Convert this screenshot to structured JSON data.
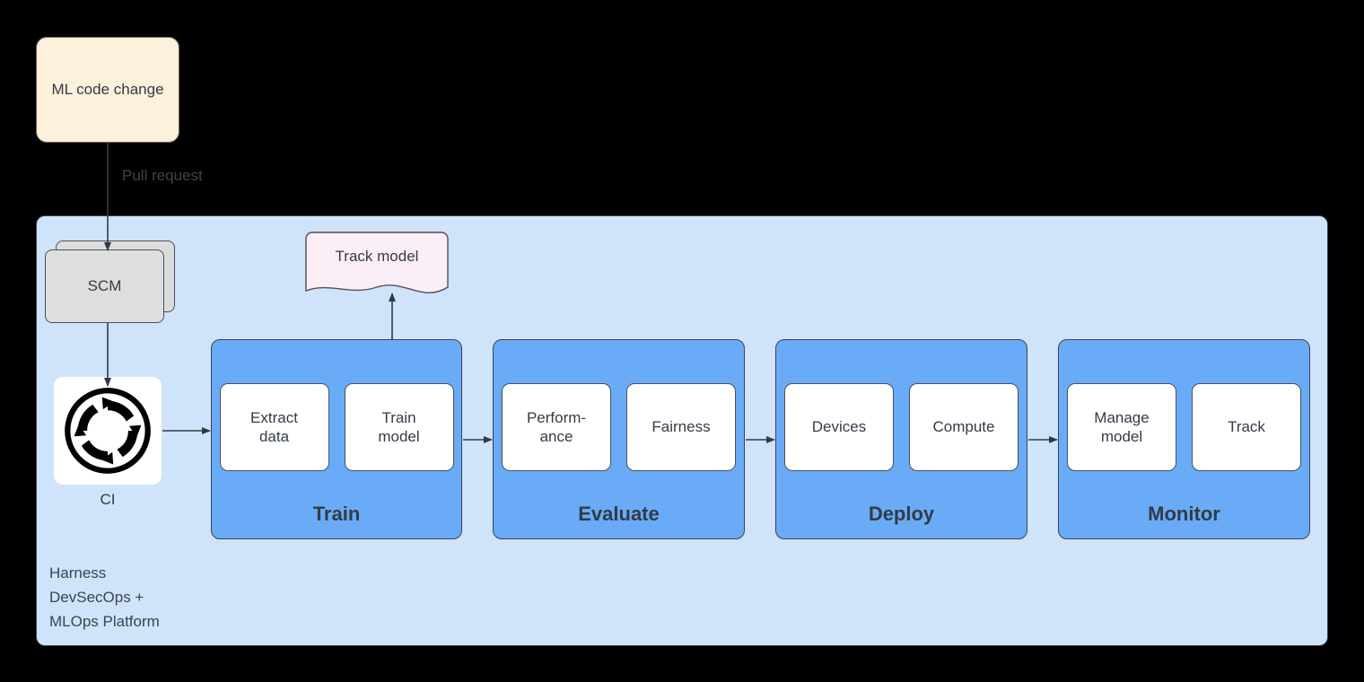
{
  "diagram": {
    "title_nodes": {
      "ml_code_change": "ML code change",
      "scm": "SCM",
      "ci": "CI",
      "track_model": "Track model"
    },
    "edge_labels": {
      "pull_request": "Pull request"
    },
    "platform_caption": "Harness\nDevSecOps +\nMLOps Platform",
    "stages": [
      {
        "id": "train",
        "label": "Train",
        "substeps": [
          "Extract\ndata",
          "Train\nmodel"
        ]
      },
      {
        "id": "evaluate",
        "label": "Evaluate",
        "substeps": [
          "Perform-\nance",
          "Fairness"
        ]
      },
      {
        "id": "deploy",
        "label": "Deploy",
        "substeps": [
          "Devices",
          "Compute"
        ]
      },
      {
        "id": "monitor",
        "label": "Monitor",
        "substeps": [
          "Manage\nmodel",
          "Track"
        ]
      }
    ],
    "icons": {
      "ci": "continuous-integration-circular-arrows-icon"
    },
    "colors": {
      "background": "#000000",
      "platform_fill": "#cfe3fb",
      "stage_fill": "#6aabf7",
      "substep_fill": "#ffffff",
      "ml_code_fill": "#fdf0dc",
      "scm_fill": "#dedede",
      "note_fill": "#fbeff7",
      "text": "#333b47",
      "stroke": "#3a4350"
    }
  }
}
